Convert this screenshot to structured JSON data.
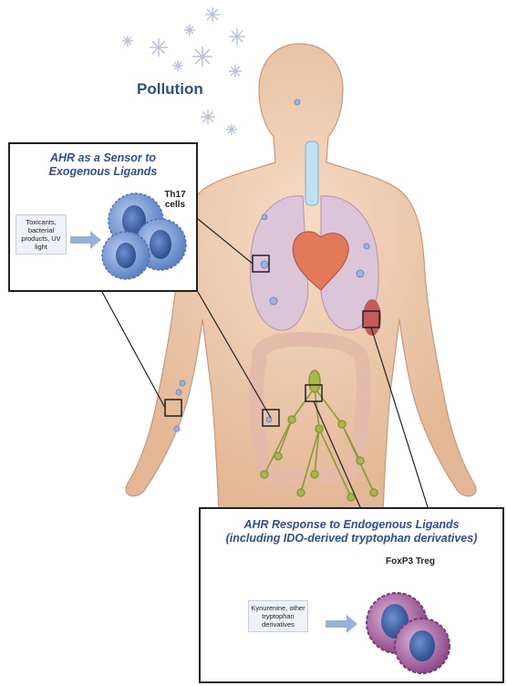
{
  "pollution_label": "Pollution",
  "box_exogenous": {
    "title_line1": "AHR as a Sensor to",
    "title_line2": "Exogenous Ligands",
    "inducers": "Toxicants, bacterial products, UV light",
    "cell_label_line1": "Th17",
    "cell_label_line2": "cells"
  },
  "box_endogenous": {
    "title_line1": "AHR Response to Endogenous Ligands",
    "title_line2": "(including IDO-derived tryptophan derivatives)",
    "inducers": "Kynurenine, other tryptophan derivatives",
    "cell_label": "FoxP3 Treg"
  },
  "colors": {
    "title_blue": "#2c4f9a",
    "pollution_blue": "#2e4e86",
    "skin": "#efcfb5",
    "th17_cell": "#7d9fd6",
    "treg_cell": "#a0609a"
  }
}
